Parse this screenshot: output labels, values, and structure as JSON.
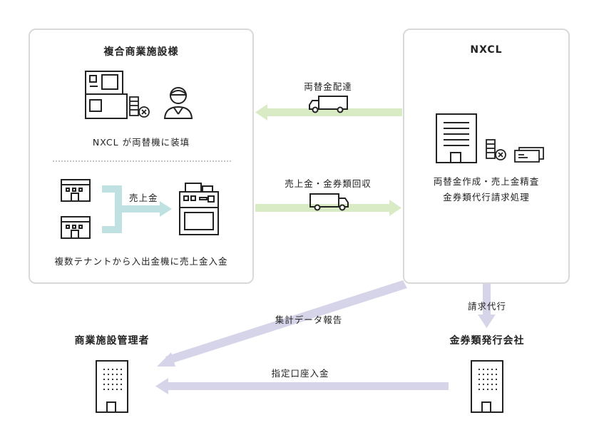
{
  "nodes": {
    "facility": {
      "title": "複合商業施設様",
      "caption_top": "NXCL が両替機に装填",
      "caption_bottom": "複数テナントから入出金機に売上金入金"
    },
    "nxcl": {
      "title": "NXCL",
      "desc_line1": "両替金作成・売上金精査",
      "desc_line2": "金券類代行請求処理"
    },
    "manager": {
      "title": "商業施設管理者"
    },
    "issuer": {
      "title": "金券類発行会社"
    }
  },
  "edges": {
    "exchange_delivery": "両替金配達",
    "collection": "売上金・金券類回収",
    "sales_deposit": "売上金",
    "aggregate_report": "集計データ報告",
    "billing_agency": "請求代行",
    "designated_deposit": "指定口座入金"
  },
  "colors": {
    "green_arrow": "#d9ebc5",
    "teal_arrow": "#bfe1e1",
    "purple_arrow": "#d6d4e8",
    "icon_stroke": "#222222",
    "border": "#d9d9d9"
  }
}
